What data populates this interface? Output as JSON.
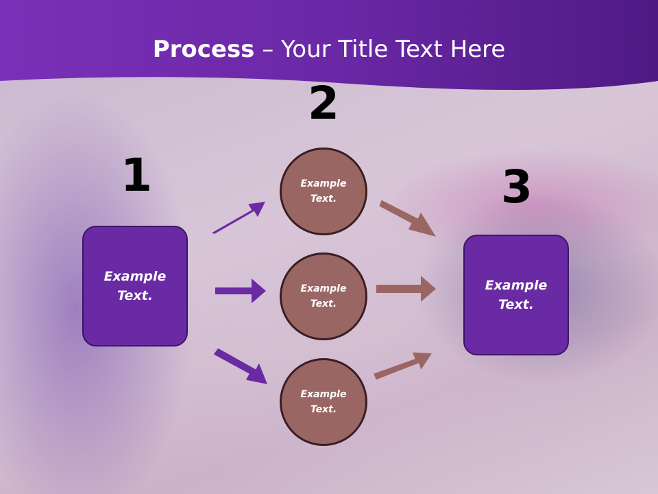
{
  "slide": {
    "title_bold": "Process",
    "title_rest": " – Your Title Text Here"
  },
  "steps": {
    "one": {
      "number": "1",
      "label": "Example Text."
    },
    "two": {
      "number": "2"
    },
    "three": {
      "number": "3",
      "label": "Example Text."
    }
  },
  "circles": [
    {
      "label": "Example Text."
    },
    {
      "label": "Example Text."
    },
    {
      "label": "Example Text."
    }
  ],
  "colors": {
    "header_purple": "#5a2090",
    "box_purple": "#6a2aa4",
    "circle_brown": "#9a6664",
    "arrow_purple": "#6a2aa4",
    "arrow_brown": "#9a6664"
  }
}
